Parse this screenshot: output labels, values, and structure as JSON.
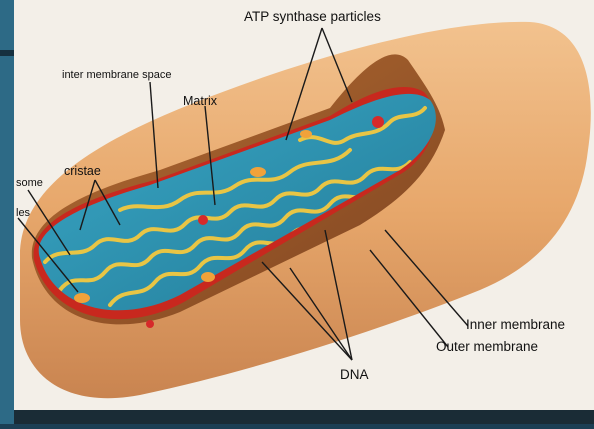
{
  "labels": {
    "atp_synthase": "ATP synthase particles",
    "inter_membrane_space": "inter membrane space",
    "matrix": "Matrix",
    "cristae": "cristae",
    "ribosome_partial": "some",
    "granules_partial": "les",
    "inner_membrane": "Inner membrane",
    "outer_membrane": "Outer membrane",
    "dna": "DNA"
  },
  "colors": {
    "board_background": "#1c3f54",
    "poster_background": "#f3efe8",
    "outer_membrane": "#e8a86a",
    "intermembrane_red": "#c8281e",
    "matrix_teal": "#2f95b4",
    "cristae_yellow": "#e8c545",
    "granule_orange": "#f1a23a",
    "granule_red": "#d62a2a"
  }
}
